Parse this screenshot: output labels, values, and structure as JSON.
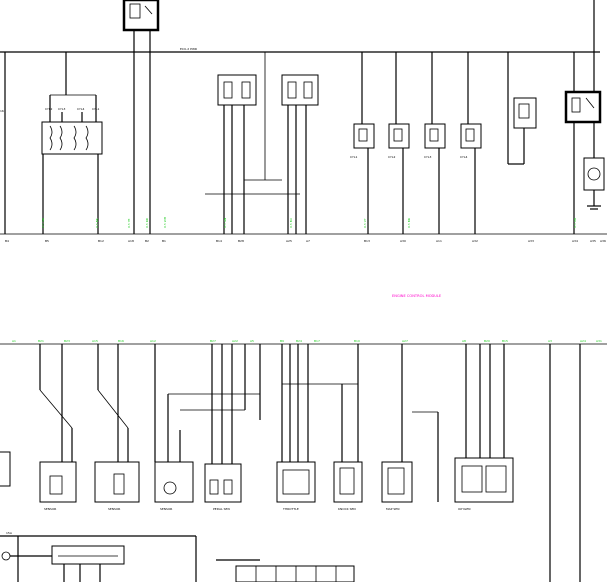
{
  "colors": {
    "wire": "#000000",
    "signal_label": "#22cc22",
    "highlight_label": "#ff00cc",
    "power_label": "#3399ff",
    "background": "#ffffff"
  },
  "top_section": {
    "bus_label": "ECU-2 PWR",
    "coil_labels": [
      "CYL2",
      "CYL3",
      "CYL4",
      "CYL1"
    ],
    "injector_labels": [
      "CYL1",
      "CYL2",
      "CYL3",
      "CYL4"
    ],
    "bottom_pins": [
      "B4",
      "B5",
      "B12",
      "A18",
      "B2",
      "B1",
      "B14",
      "B28",
      "A25",
      "A7",
      "B13",
      "A30",
      "A11",
      "A32",
      "A33",
      "A34",
      "A35",
      "A36"
    ],
    "wire_codes": [
      "0.5 GR",
      "0.5 BK",
      "0.5 YE",
      "0.5 RD",
      "0.5 WH",
      "0.5 GN",
      "0.5 BU",
      "0.5 VT",
      "0.5 BR",
      "0.5 OR"
    ]
  },
  "middle_caption": "ENGINE CONTROL MODULE",
  "bottom_section": {
    "top_pins": [
      "A1",
      "B21",
      "B23",
      "A15",
      "B16",
      "A12",
      "B27",
      "A22",
      "A5",
      "B9",
      "B24",
      "B17",
      "B10",
      "A27",
      "A8",
      "B20",
      "B15",
      "A3",
      "A24",
      "A31"
    ],
    "components": [
      "SENSOR",
      "SENSOR",
      "SENSOR",
      "PEDAL SEN",
      "THROTTLE",
      "KNOCK SEN",
      "MAP SEN",
      "OXYGEN"
    ],
    "fuse_label": "15A"
  }
}
